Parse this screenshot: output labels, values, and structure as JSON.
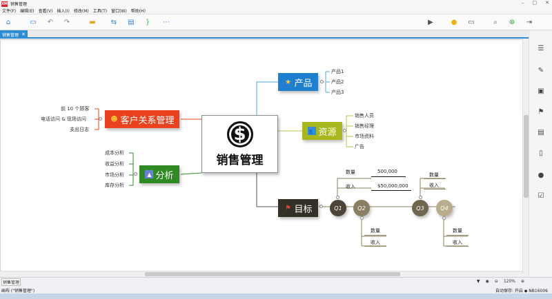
{
  "window": {
    "title": "销售管理",
    "logo": "XM"
  },
  "menu": [
    "文件(F)",
    "编辑(E)",
    "查看(V)",
    "插入(I)",
    "修改(M)",
    "工具(T)",
    "窗口(W)",
    "帮助(H)"
  ],
  "toolbar_icons": [
    "home-icon",
    "save-icon",
    "undo-icon",
    "redo-icon",
    "topic-icon",
    "relationship-icon",
    "summary-icon",
    "more-icon",
    "presentation-icon",
    "idea-icon",
    "outline-icon",
    "search-icon",
    "share-icon",
    "export-icon"
  ],
  "tab": {
    "label": "销售管理",
    "close": "✕"
  },
  "central": {
    "label": "销售管理",
    "icon": "dollar-icon"
  },
  "topics": {
    "product": {
      "label": "产品",
      "icon": "star-icon",
      "color": "#1e7fcf",
      "children": [
        "产品1",
        "产品2",
        "产品3"
      ]
    },
    "resource": {
      "label": "资源",
      "icon": "people-icon",
      "color": "#a8b81c",
      "children": [
        "销售人员",
        "销售经理",
        "市场资料",
        "广告"
      ]
    },
    "target": {
      "label": "目标",
      "icon": "flag-icon",
      "color": "#333026"
    },
    "crm": {
      "label": "客户关系管理",
      "icon": "person-icon",
      "color": "#e9421c",
      "children": [
        "前 10 个顾客",
        "电话访问 & 现场访问",
        "支出日志"
      ]
    },
    "analysis": {
      "label": "分析",
      "icon": "chart-icon",
      "color": "#2f8a25",
      "children": [
        "成本分析",
        "收益分析",
        "市场分析",
        "库存分析"
      ]
    }
  },
  "quarters": [
    {
      "label": "Q1",
      "color": "#4b4538"
    },
    {
      "label": "Q2",
      "color": "#8a7f63"
    },
    {
      "label": "Q3",
      "color": "#6f6650"
    },
    {
      "label": "Q4",
      "color": "#b9ad8e"
    }
  ],
  "q1_values": {
    "qty_label": "数量",
    "qty_value": "500,000",
    "rev_label": "收入",
    "rev_value": "$50,000,000"
  },
  "q2_values": {
    "qty_label": "数量",
    "rev_label": "收入"
  },
  "q3_values": {
    "qty_label": "数量",
    "rev_label": "收入"
  },
  "q4_values": {
    "qty_label": "数量",
    "rev_label": "收入"
  },
  "sheet": {
    "tab": "销售管理",
    "zoom": "120%"
  },
  "status": {
    "left": "画布 (\"销售管理\")",
    "right": "自动保存: 开启   ◆ NB16006"
  }
}
